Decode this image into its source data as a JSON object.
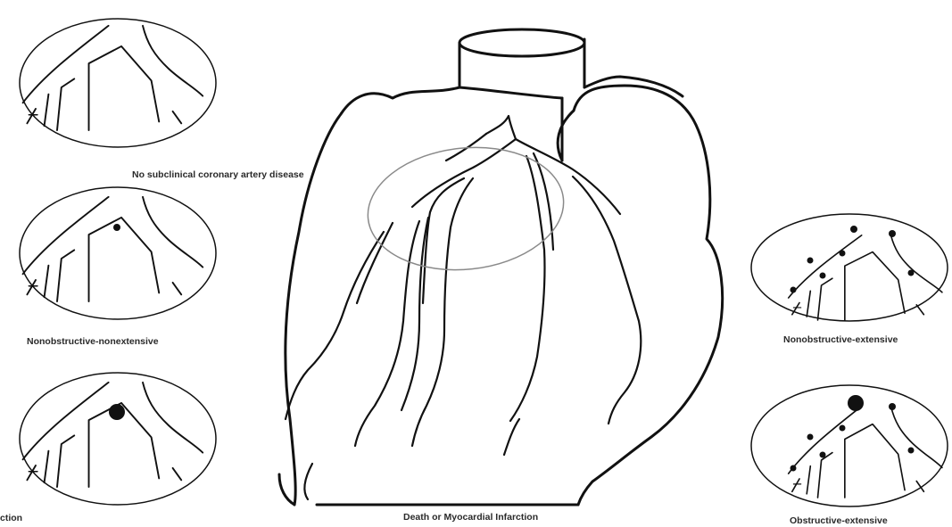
{
  "labels": {
    "none": "No subclinical coronary artery disease",
    "nonobstructive_nonextensive": "Nonobstructive-nonextensive",
    "obstructive_partial": "ction",
    "nonobstructive_extensive": "Nonobstructive-extensive",
    "obstructive_extensive": "Obstructive-extensive",
    "center": "Death or Myocardial Infarction"
  },
  "colors": {
    "stroke": "#111111",
    "highlight": "#8a8a8a"
  }
}
